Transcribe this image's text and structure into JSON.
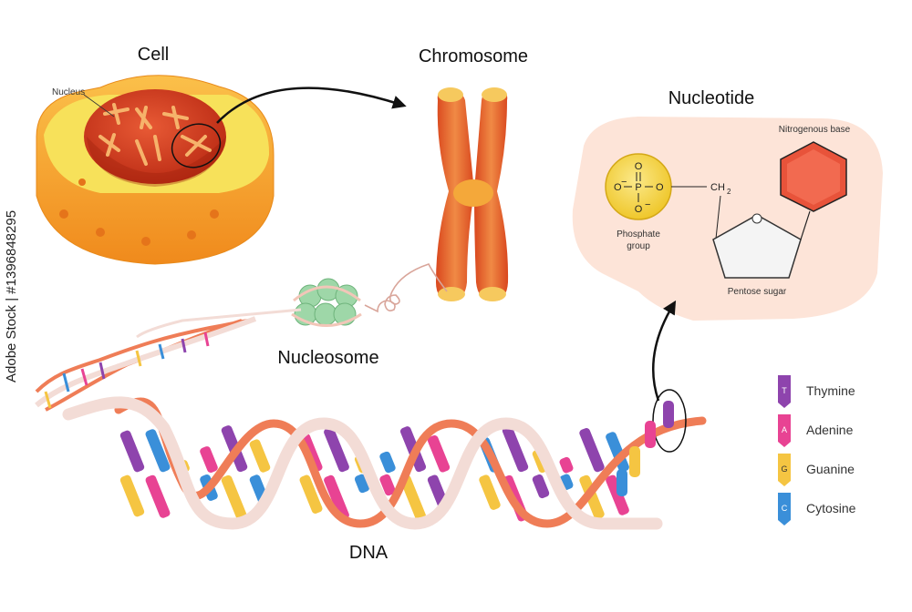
{
  "labels": {
    "cell": "Cell",
    "nucleus": "Nucleus",
    "chromosome": "Chromosome",
    "nucleotide": "Nucleotide",
    "nitrogenous_base": "Nitrogenous base",
    "phosphate_group_line1": "Phosphate",
    "phosphate_group_line2": "group",
    "pentose_sugar": "Pentose sugar",
    "nucleosome": "Nucleosome",
    "dna": "DNA",
    "ch2": "CH",
    "ch2_sub": "2"
  },
  "phosphate": {
    "o_top": "O",
    "o_left": "O",
    "p": "P",
    "o_right": "O",
    "o_bottom": "O",
    "minus": "−"
  },
  "legend": [
    {
      "letter": "T",
      "name": "Thymine",
      "color": "#8e44ad"
    },
    {
      "letter": "A",
      "name": "Adenine",
      "color": "#e84393"
    },
    {
      "letter": "G",
      "name": "Guanine",
      "color": "#f5c542"
    },
    {
      "letter": "C",
      "name": "Cytosine",
      "color": "#3a8fd9"
    }
  ],
  "watermark": "Adobe Stock | #1396848295",
  "colors": {
    "backbone": "#ef7d57",
    "ribbon": "#f3dcd6",
    "cell_outer": "#f5a623",
    "nucleus": "#d63a1f",
    "chromosome": "#e8612c",
    "nucleotide_bg": "#fde4d8",
    "phosphate": "#f7d94c",
    "base": "#e8533a"
  }
}
